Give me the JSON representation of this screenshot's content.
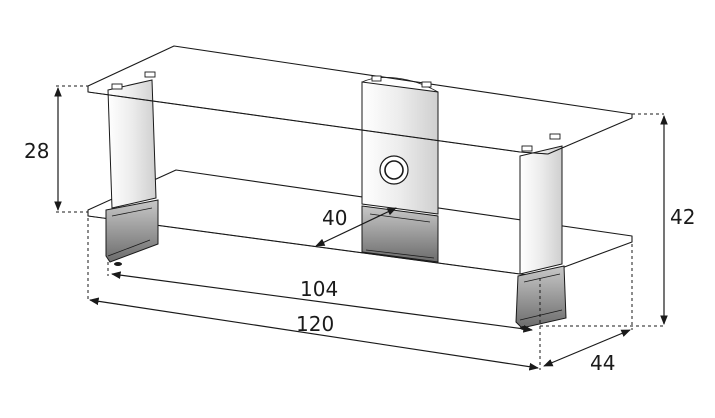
{
  "colors": {
    "line": "#1a1a1a",
    "panel_light": "#f4f4f4",
    "panel_dark": "#7a7a7a",
    "glass": "#ffffff"
  },
  "dimensions": {
    "height_shelf": "28",
    "height_total": "42",
    "depth_inner": "40",
    "width_inner": "104",
    "width_total": "120",
    "depth_total": "44"
  }
}
